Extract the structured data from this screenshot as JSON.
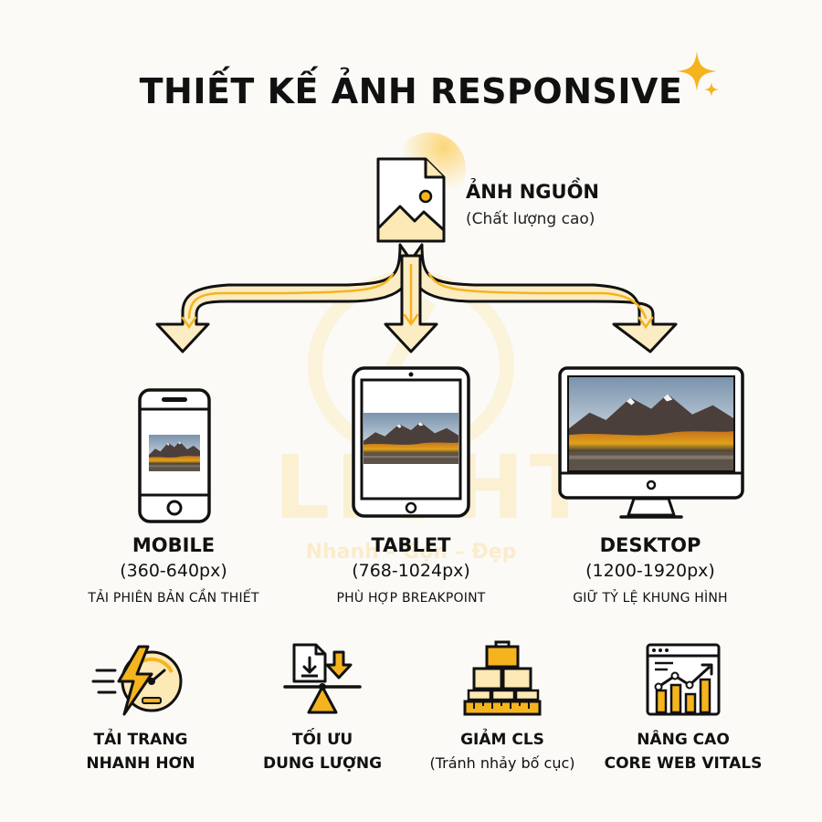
{
  "title": "THIẾT KẾ ẢNH RESPONSIVE",
  "source": {
    "name": "ẢNH NGUỒN",
    "subtitle": "(Chất lượng cao)"
  },
  "watermark": {
    "brand": "LIGHT",
    "tagline": "Nhanh – Gọn – Đẹp"
  },
  "devices": [
    {
      "name": "MOBILE",
      "range": "(360-640px)",
      "note": "TẢI PHIÊN BẢN CẦN THIẾT",
      "icon": "smartphone-icon"
    },
    {
      "name": "TABLET",
      "range": "(768-1024px)",
      "note": "PHÙ HỢP BREAKPOINT",
      "icon": "tablet-icon"
    },
    {
      "name": "DESKTOP",
      "range": "(1200-1920px)",
      "note": "GIỮ TỶ LỆ KHUNG HÌNH",
      "icon": "desktop-monitor-icon"
    }
  ],
  "benefits": [
    {
      "line1": "TẢI TRANG",
      "line2": "NHANH HƠN",
      "icon": "lightning-speedometer-icon"
    },
    {
      "line1": "TỐI ƯU",
      "line2": "DUNG LƯỢNG",
      "icon": "file-scale-icon"
    },
    {
      "line1": "GIẢM CLS",
      "line2": "(Tránh nhảy bố cục)",
      "icon": "stacked-blocks-ruler-icon"
    },
    {
      "line1": "NÂNG CAO",
      "line2": "CORE WEB VITALS",
      "icon": "growth-chart-icon"
    }
  ],
  "colors": {
    "accent": "#f5b41e",
    "accent_light": "#fde9b6",
    "ink": "#111111",
    "background": "#fbfaf7"
  }
}
